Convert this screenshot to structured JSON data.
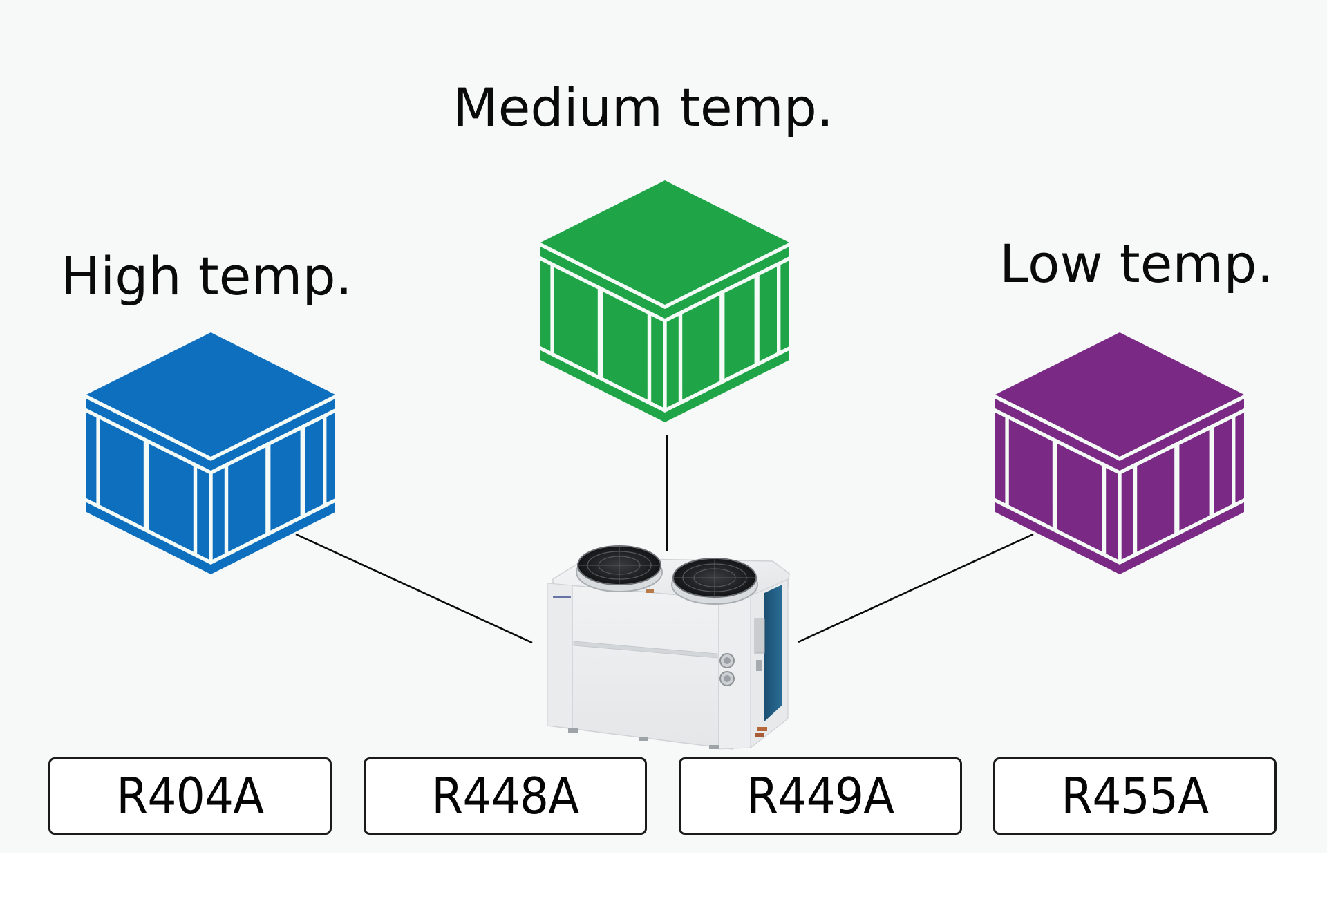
{
  "diagram": {
    "title": "Condensing unit serving multiple temperature ranges",
    "zones": [
      {
        "id": "high",
        "label": "High temp.",
        "color": "#0f6fbf"
      },
      {
        "id": "medium",
        "label": "Medium temp.",
        "color": "#1fa547"
      },
      {
        "id": "low",
        "label": "Low temp.",
        "color": "#7a2a85"
      }
    ],
    "center_unit": {
      "name": "condensing-unit",
      "fans": 2,
      "coil_color": "#1f5f86"
    },
    "refrigerants": [
      "R404A",
      "R448A",
      "R449A",
      "R455A"
    ]
  }
}
